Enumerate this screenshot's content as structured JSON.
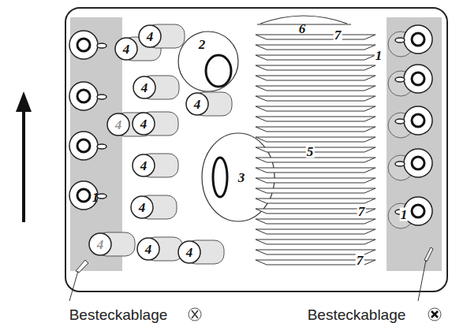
{
  "diagram": {
    "labels": [
      "4",
      "4",
      "2",
      "6",
      "7",
      "1",
      "4",
      "4",
      "4",
      "4",
      "3",
      "5",
      "4",
      "1",
      "4",
      "7",
      "1",
      "4",
      "4",
      "4",
      "7",
      "Besteckablage",
      "Besteckablage"
    ]
  }
}
